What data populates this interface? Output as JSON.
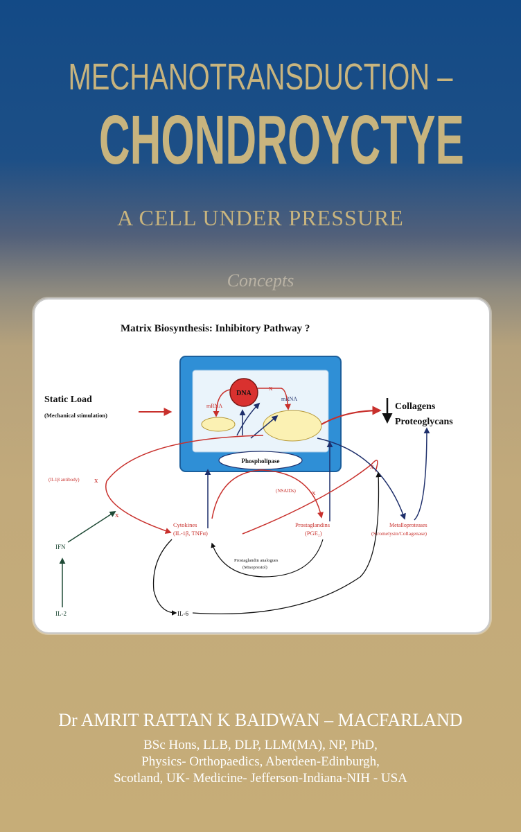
{
  "title_line1": "MECHANOTRANSDUCTION –",
  "title_line2": "CHONDROYCTYE",
  "subtitle": "A CELL UNDER PRESSURE",
  "concepts_label": "Concepts",
  "diagram": {
    "heading": "Matrix Biosynthesis:  Inhibitory Pathway ?",
    "static_load": "Static Load",
    "mechanical_stimulation": "(Mechanical stimulation)",
    "dna": "DNA",
    "mrna_left": "mRNA",
    "mrna_right": "mRNA",
    "collagens": "Collagens",
    "proteoglycans": "Proteoglycans",
    "phospholipase": "Phospholipase",
    "il1_antibody": "(Il-1β antibody)",
    "nsaids": "(NSAIDs)",
    "ifn": "IFN",
    "il2": "IL-2",
    "cytokines": "Cytokines",
    "cytokines_sub": "(IL-1β, TNFα)",
    "prostaglandins": "Prostaglandins",
    "prostaglandins_sub": "(PGE₂)",
    "metalloproteases": "Metalloproteases",
    "metalloproteases_sub": "(Stromelysin/Collagenase)",
    "pg_analogues": "Prostaglandin analogues",
    "pg_analogues_sub": "(Misoprostol)",
    "il6": "IL-6"
  },
  "author": "Dr AMRIT RATTAN K BAIDWAN – MACFARLAND",
  "credentials": [
    "BSc Hons, LLB, DLP, LLM(MA), NP, PhD,",
    "Physics- Orthopaedics, Aberdeen-Edinburgh,",
    "Scotland, UK- Medicine- Jefferson-Indiana-NIH - USA"
  ],
  "colors": {
    "title_gold": "#c8b47e",
    "diagram_red": "#c8302c",
    "diagram_navy": "#1e2f6b",
    "box_blue": "#2f8fd6"
  }
}
